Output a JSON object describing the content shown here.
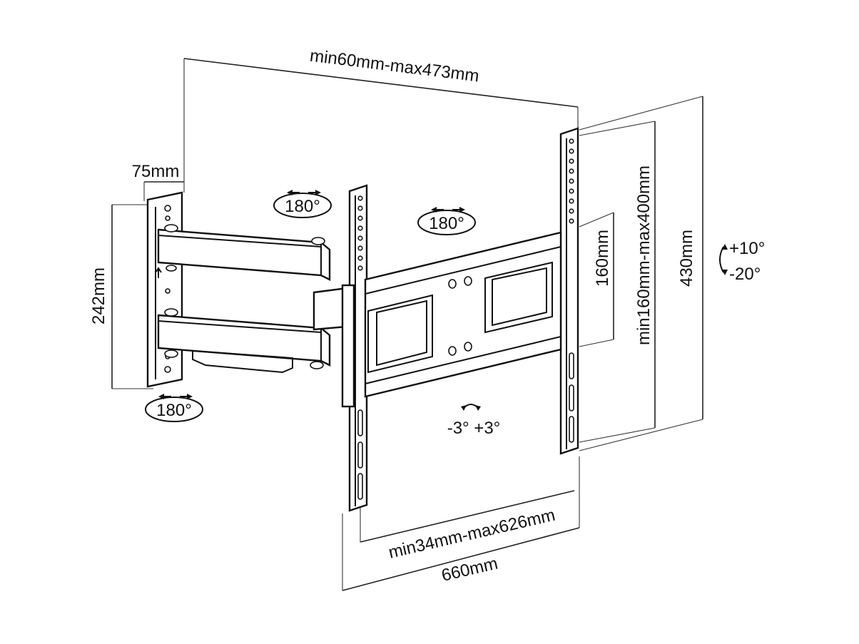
{
  "dimensions": {
    "top_width": "min60mm-max473mm",
    "wall_plate_width": "75mm",
    "wall_plate_height": "242mm",
    "vesa_vertical": "160mm",
    "vesa_vertical_range": "min160mm-max400mm",
    "bracket_height": "430mm",
    "horizontal_range": "min34mm-max626mm",
    "max_extension": "660mm"
  },
  "rotations": {
    "top_left": "180°",
    "top_right": "180°",
    "bottom_left": "180°",
    "swivel": "-3° +3°",
    "tilt_up": "+10°",
    "tilt_down": "-20°"
  }
}
